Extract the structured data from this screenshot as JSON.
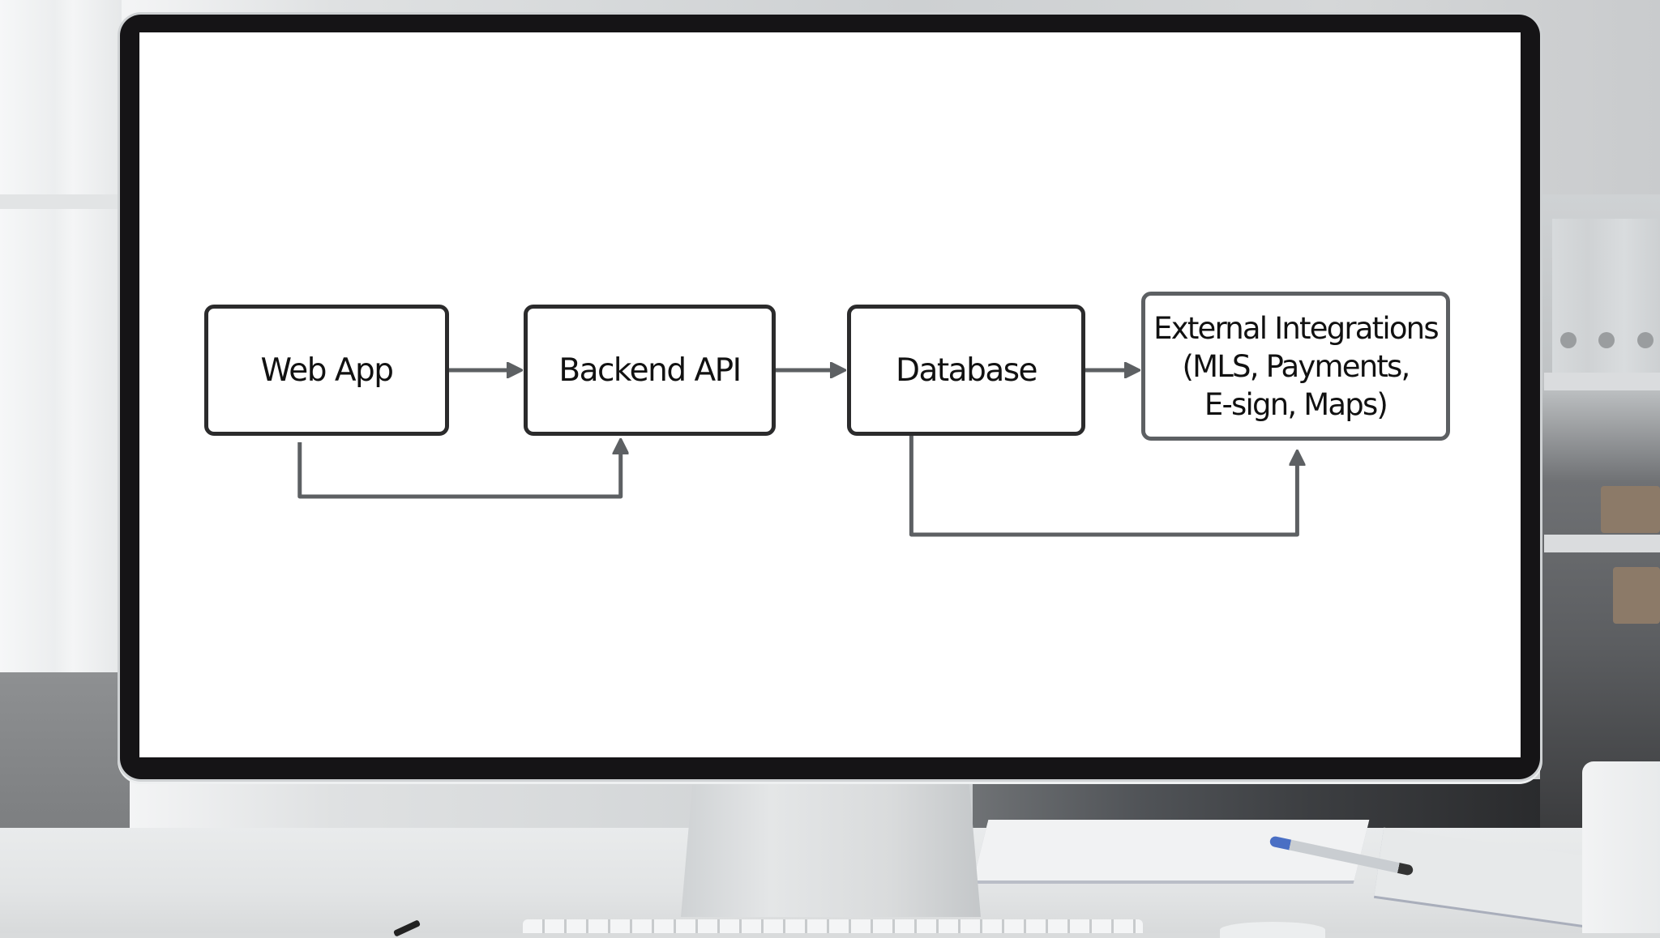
{
  "diagram": {
    "title": "",
    "nodes": [
      {
        "id": "web-app",
        "label": "Web App"
      },
      {
        "id": "backend-api",
        "label": "Backend API"
      },
      {
        "id": "database",
        "label": "Database"
      },
      {
        "id": "external-integrations",
        "label": "External Integrations\n(MLS, Payments,\nE-sign, Maps)"
      }
    ],
    "edges": [
      {
        "from": "web-app",
        "to": "backend-api",
        "style": "straight"
      },
      {
        "from": "backend-api",
        "to": "database",
        "style": "straight"
      },
      {
        "from": "database",
        "to": "external-integrations",
        "style": "straight"
      },
      {
        "from": "web-app",
        "to": "backend-api",
        "style": "elbow-below"
      },
      {
        "from": "database",
        "to": "external-integrations",
        "style": "elbow-below"
      }
    ]
  },
  "colors": {
    "node_border": "#2b2b2c",
    "external_border": "#5d6063",
    "connector": "#5d6063",
    "text": "#111111",
    "screen_bg": "#ffffff",
    "bezel": "#151416"
  }
}
